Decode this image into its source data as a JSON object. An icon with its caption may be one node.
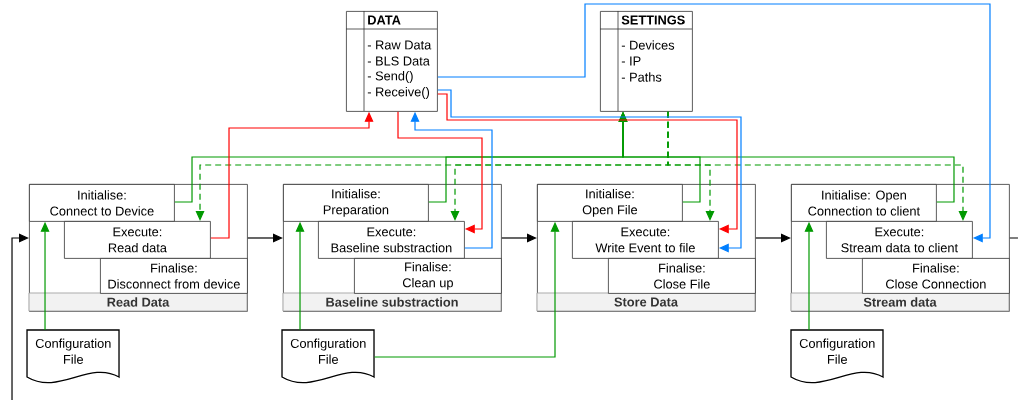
{
  "diagram": {
    "nodes": [
      {
        "text": [
          "DATA",
          "- Raw Data",
          "- BLS Data",
          "- Send()",
          "- Receive()"
        ]
      },
      {
        "text": [
          "SETTINGS",
          "- Devices",
          "- IP",
          "- Paths"
        ]
      },
      {
        "text": [
          "Read Data"
        ]
      },
      {
        "text": [
          "Initialise:",
          "Connect to Device"
        ],
        "in": 2
      },
      {
        "text": [
          "Execute:",
          "Read data"
        ],
        "in": 2
      },
      {
        "text": [
          "Finalise:",
          "Disconnect from device"
        ],
        "in": 2
      },
      {
        "text": [
          "Baseline substraction"
        ]
      },
      {
        "text": [
          "Initialise:",
          "Preparation"
        ],
        "in": 6
      },
      {
        "text": [
          "Execute:",
          "Baseline substraction"
        ],
        "in": 6
      },
      {
        "text": [
          "Finalise:",
          "Clean up"
        ],
        "in": 6
      },
      {
        "text": [
          "Store Data"
        ]
      },
      {
        "text": [
          "Initialise:",
          "Open File"
        ],
        "in": 10
      },
      {
        "text": [
          "Execute:",
          "Write Event to file"
        ],
        "in": 10
      },
      {
        "text": [
          "Finalise:",
          "Close File"
        ],
        "in": 10
      },
      {
        "text": [
          "Stream data"
        ]
      },
      {
        "text": [
          "Initialise: Open",
          "Connection to client"
        ],
        "in": 14
      },
      {
        "text": [
          "Execute:",
          "Stream data to client"
        ],
        "in": 14
      },
      {
        "text": [
          "Finalise:",
          "Close Connection"
        ],
        "in": 14
      },
      {
        "text": [
          "Configuration File"
        ]
      },
      {
        "text": [
          "Configuration File"
        ]
      },
      {
        "text": [
          "Configuration File"
        ]
      }
    ],
    "edges": [
      {
        "from": 2,
        "to": 6,
        "arrow": "to",
        "color": "#000000"
      },
      {
        "from": 6,
        "to": 10,
        "arrow": "to",
        "color": "#000000"
      },
      {
        "from": 10,
        "to": 14,
        "arrow": "to",
        "color": "#000000"
      },
      {
        "from": null,
        "to": 2,
        "arrow": "to",
        "color": "#000000"
      },
      {
        "from": 14,
        "to": null,
        "arrow": "none",
        "color": "#000000"
      },
      {
        "from": 18,
        "to": 3,
        "arrow": "to"
      },
      {
        "from": 19,
        "to": 7,
        "arrow": "to"
      },
      {
        "from": 19,
        "to": 11,
        "arrow": "to"
      },
      {
        "from": 20,
        "to": 15,
        "arrow": "to"
      },
      {
        "from": 3,
        "to": 1,
        "arrow": "to"
      },
      {
        "from": 7,
        "to": 1,
        "arrow": "to"
      },
      {
        "from": 11,
        "to": 1,
        "arrow": "to"
      },
      {
        "from": 15,
        "to": 1,
        "arrow": "to"
      },
      {
        "from": 1,
        "to": 4,
        "arrow": "to",
        "style": "dashed"
      },
      {
        "from": 1,
        "to": 8,
        "arrow": "to",
        "style": "dashed"
      },
      {
        "from": 1,
        "to": 12,
        "arrow": "to",
        "style": "dashed"
      },
      {
        "from": 1,
        "to": 16,
        "arrow": "to",
        "style": "dashed"
      },
      {
        "from": 4,
        "to": 0,
        "arrow": "to",
        "color": "#ff0000"
      },
      {
        "from": 0,
        "to": 8,
        "arrow": "to",
        "color": "#ff0000"
      },
      {
        "from": 8,
        "to": 0,
        "arrow": "to",
        "color": "#007fff"
      },
      {
        "from": 0,
        "to": 12,
        "arrow": "to",
        "color": "#ff0000"
      },
      {
        "from": 0,
        "to": 12,
        "arrow": "to",
        "color": "#007fff"
      },
      {
        "from": 0,
        "to": 16,
        "arrow": "to",
        "color": "#007fff"
      }
    ]
  }
}
